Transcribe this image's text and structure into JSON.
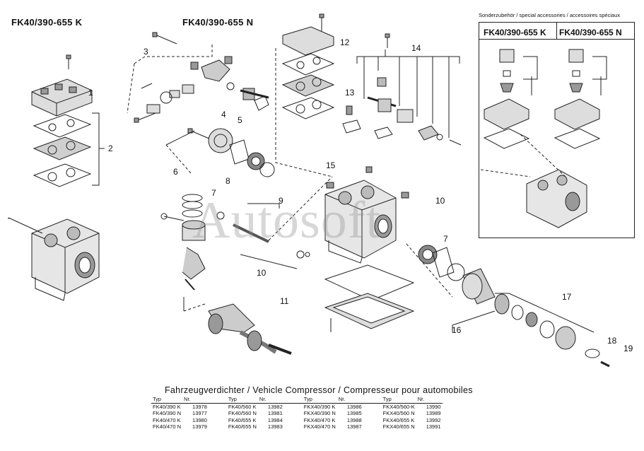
{
  "header": {
    "left_title": "FK40/390-655 K",
    "center_title": "FK40/390-655 N"
  },
  "accessories": {
    "heading": "Sonderzubehör / special accessories / accessoires spéciaux",
    "col_k": "FK40/390-655 K",
    "col_n": "FK40/390-655 N"
  },
  "part_numbers": [
    "1",
    "2",
    "3",
    "4",
    "5",
    "6",
    "7",
    "8",
    "9",
    "10",
    "11",
    "12",
    "13",
    "14",
    "15",
    "16",
    "17",
    "18",
    "19",
    "7",
    "10"
  ],
  "watermark": "Autosoft",
  "vehicle_table": {
    "title": "Fahrzeugverdichter / Vehicle Compressor / Compresseur pour automobiles",
    "header": [
      "Typ",
      "Nr.",
      "Typ",
      "Nr.",
      "Typ",
      "Nr.",
      "Typ",
      "Nr."
    ],
    "rows": [
      [
        "FK40/390 K",
        "13978",
        "FK40/560 K",
        "13982",
        "FKX40/390 K",
        "13986",
        "FKX40/560-K",
        "13990"
      ],
      [
        "FK40/390 N",
        "13977",
        "FK40/560 N",
        "13981",
        "FKX40/390 N",
        "13985",
        "FKX40/560 N",
        "13989"
      ],
      [
        "FK40/470 K",
        "13980",
        "FK40/655 K",
        "13984",
        "FKX40/470 K",
        "13988",
        "FKX40/655 K",
        "13992"
      ],
      [
        "FK40/470 N",
        "13979",
        "FK40/655 N",
        "13983",
        "FKX40/470 N",
        "13987",
        "FKX40/655 N",
        "13991"
      ]
    ]
  }
}
